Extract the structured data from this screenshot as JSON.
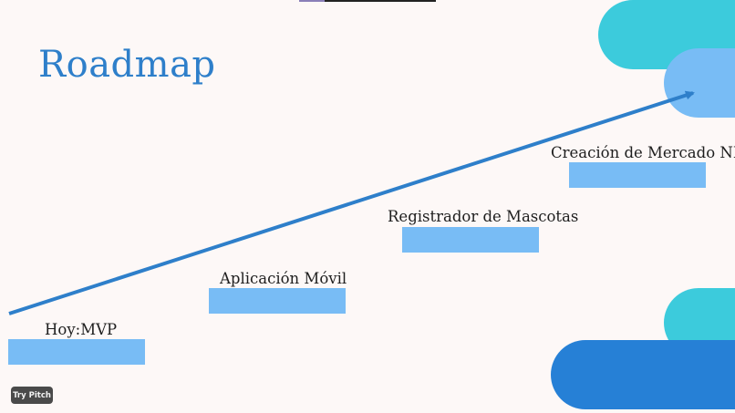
{
  "slide": {
    "title": "Roadmap"
  },
  "milestones": [
    {
      "label": "Hoy:MVP"
    },
    {
      "label": "Aplicación Móvil"
    },
    {
      "label": "Registrador de Mascotas"
    },
    {
      "label": "Creación de Mercado NFT"
    }
  ],
  "badge": {
    "label": "Try Pitch"
  },
  "colors": {
    "title": "#2e7fca",
    "arrow": "#2e7fca",
    "bar": "#78bcf5",
    "teal": "#3ccbdc",
    "blue_dark": "#2680d6",
    "background": "#fdf8f7"
  }
}
